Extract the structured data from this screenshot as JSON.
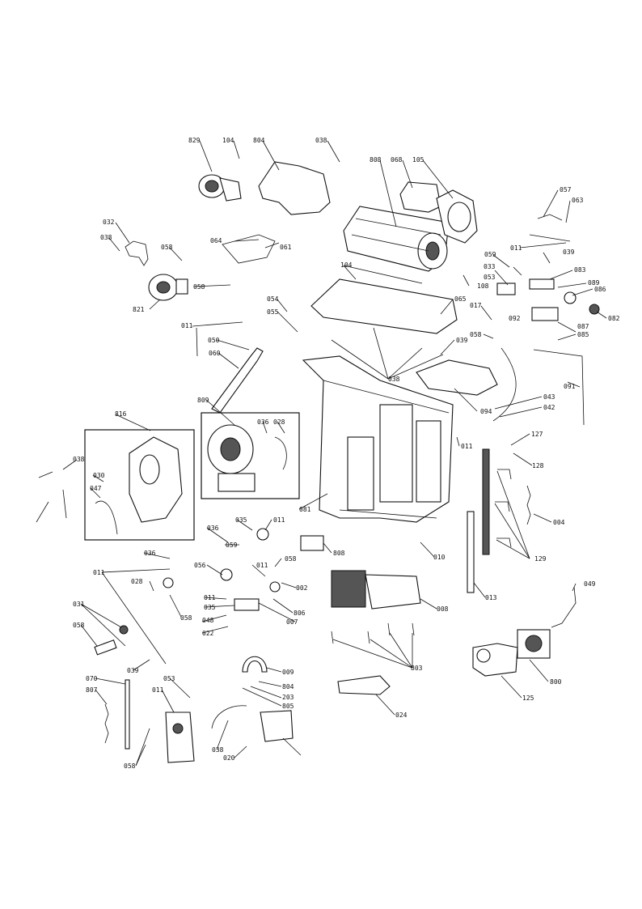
{
  "diagram": {
    "labels": [
      {
        "id": "l1",
        "text": "829"
      },
      {
        "id": "l2",
        "text": "104"
      },
      {
        "id": "l3",
        "text": "804"
      },
      {
        "id": "l4",
        "text": "038"
      },
      {
        "id": "l5",
        "text": "808"
      },
      {
        "id": "l6",
        "text": "068"
      },
      {
        "id": "l7",
        "text": "105"
      },
      {
        "id": "l8",
        "text": "057"
      },
      {
        "id": "l9",
        "text": "063"
      },
      {
        "id": "l10",
        "text": "032"
      },
      {
        "id": "l11",
        "text": "038"
      },
      {
        "id": "l12",
        "text": "058"
      },
      {
        "id": "l13",
        "text": "064"
      },
      {
        "id": "l14",
        "text": "061"
      },
      {
        "id": "l15",
        "text": "011"
      },
      {
        "id": "l16",
        "text": "058"
      },
      {
        "id": "l17",
        "text": "039"
      },
      {
        "id": "l18",
        "text": "104"
      },
      {
        "id": "l19",
        "text": "059"
      },
      {
        "id": "l20",
        "text": "033"
      },
      {
        "id": "l21",
        "text": "108"
      },
      {
        "id": "l22",
        "text": "083"
      },
      {
        "id": "l23",
        "text": "053"
      },
      {
        "id": "l24",
        "text": "089"
      },
      {
        "id": "l25",
        "text": "086"
      },
      {
        "id": "l26",
        "text": "821"
      },
      {
        "id": "l27",
        "text": "054"
      },
      {
        "id": "l28",
        "text": "055"
      },
      {
        "id": "l29",
        "text": "065"
      },
      {
        "id": "l30",
        "text": "017"
      },
      {
        "id": "l31",
        "text": "082"
      },
      {
        "id": "l32",
        "text": "011"
      },
      {
        "id": "l33",
        "text": "058"
      },
      {
        "id": "l34",
        "text": "039"
      },
      {
        "id": "l35",
        "text": "087"
      },
      {
        "id": "l36",
        "text": "085"
      },
      {
        "id": "l37",
        "text": "092"
      },
      {
        "id": "l38",
        "text": "050"
      },
      {
        "id": "l39",
        "text": "060"
      },
      {
        "id": "l40",
        "text": "038"
      },
      {
        "id": "l41",
        "text": "091"
      },
      {
        "id": "l42",
        "text": "043"
      },
      {
        "id": "l43",
        "text": "042"
      },
      {
        "id": "l44",
        "text": "094"
      },
      {
        "id": "l45",
        "text": "809"
      },
      {
        "id": "l46",
        "text": "816"
      },
      {
        "id": "l47",
        "text": "036"
      },
      {
        "id": "l48",
        "text": "028"
      },
      {
        "id": "l49",
        "text": "011"
      },
      {
        "id": "l50",
        "text": "127"
      },
      {
        "id": "l51",
        "text": "038"
      },
      {
        "id": "l52",
        "text": "128"
      },
      {
        "id": "l53",
        "text": "030"
      },
      {
        "id": "l54",
        "text": "047"
      },
      {
        "id": "l55",
        "text": "081"
      },
      {
        "id": "l56",
        "text": "004"
      },
      {
        "id": "l57",
        "text": "035"
      },
      {
        "id": "l58",
        "text": "011"
      },
      {
        "id": "l59",
        "text": "036"
      },
      {
        "id": "l60",
        "text": "059"
      },
      {
        "id": "l61",
        "text": "129"
      },
      {
        "id": "l62",
        "text": "808"
      },
      {
        "id": "l63",
        "text": "010"
      },
      {
        "id": "l64",
        "text": "036"
      },
      {
        "id": "l65",
        "text": "011"
      },
      {
        "id": "l66",
        "text": "058"
      },
      {
        "id": "l67",
        "text": "011"
      },
      {
        "id": "l68",
        "text": "056"
      },
      {
        "id": "l69",
        "text": "028"
      },
      {
        "id": "l70",
        "text": "002"
      },
      {
        "id": "l71",
        "text": "013"
      },
      {
        "id": "l72",
        "text": "049"
      },
      {
        "id": "l73",
        "text": "058"
      },
      {
        "id": "l74",
        "text": "011"
      },
      {
        "id": "l75",
        "text": "035"
      },
      {
        "id": "l76",
        "text": "806"
      },
      {
        "id": "l77",
        "text": "008"
      },
      {
        "id": "l78",
        "text": "031"
      },
      {
        "id": "l79",
        "text": "048"
      },
      {
        "id": "l80",
        "text": "007"
      },
      {
        "id": "l81",
        "text": "058"
      },
      {
        "id": "l82",
        "text": "022"
      },
      {
        "id": "l83",
        "text": "009"
      },
      {
        "id": "l84",
        "text": "039"
      },
      {
        "id": "l85",
        "text": "803"
      },
      {
        "id": "l86",
        "text": "070"
      },
      {
        "id": "l87",
        "text": "053"
      },
      {
        "id": "l88",
        "text": "804"
      },
      {
        "id": "l89",
        "text": "807"
      },
      {
        "id": "l90",
        "text": "011"
      },
      {
        "id": "l91",
        "text": "203"
      },
      {
        "id": "l92",
        "text": "805"
      },
      {
        "id": "l93",
        "text": "800"
      },
      {
        "id": "l94",
        "text": "125"
      },
      {
        "id": "l95",
        "text": "024"
      },
      {
        "id": "l96",
        "text": "038"
      },
      {
        "id": "l97",
        "text": "058"
      },
      {
        "id": "l98",
        "text": "020"
      }
    ]
  }
}
